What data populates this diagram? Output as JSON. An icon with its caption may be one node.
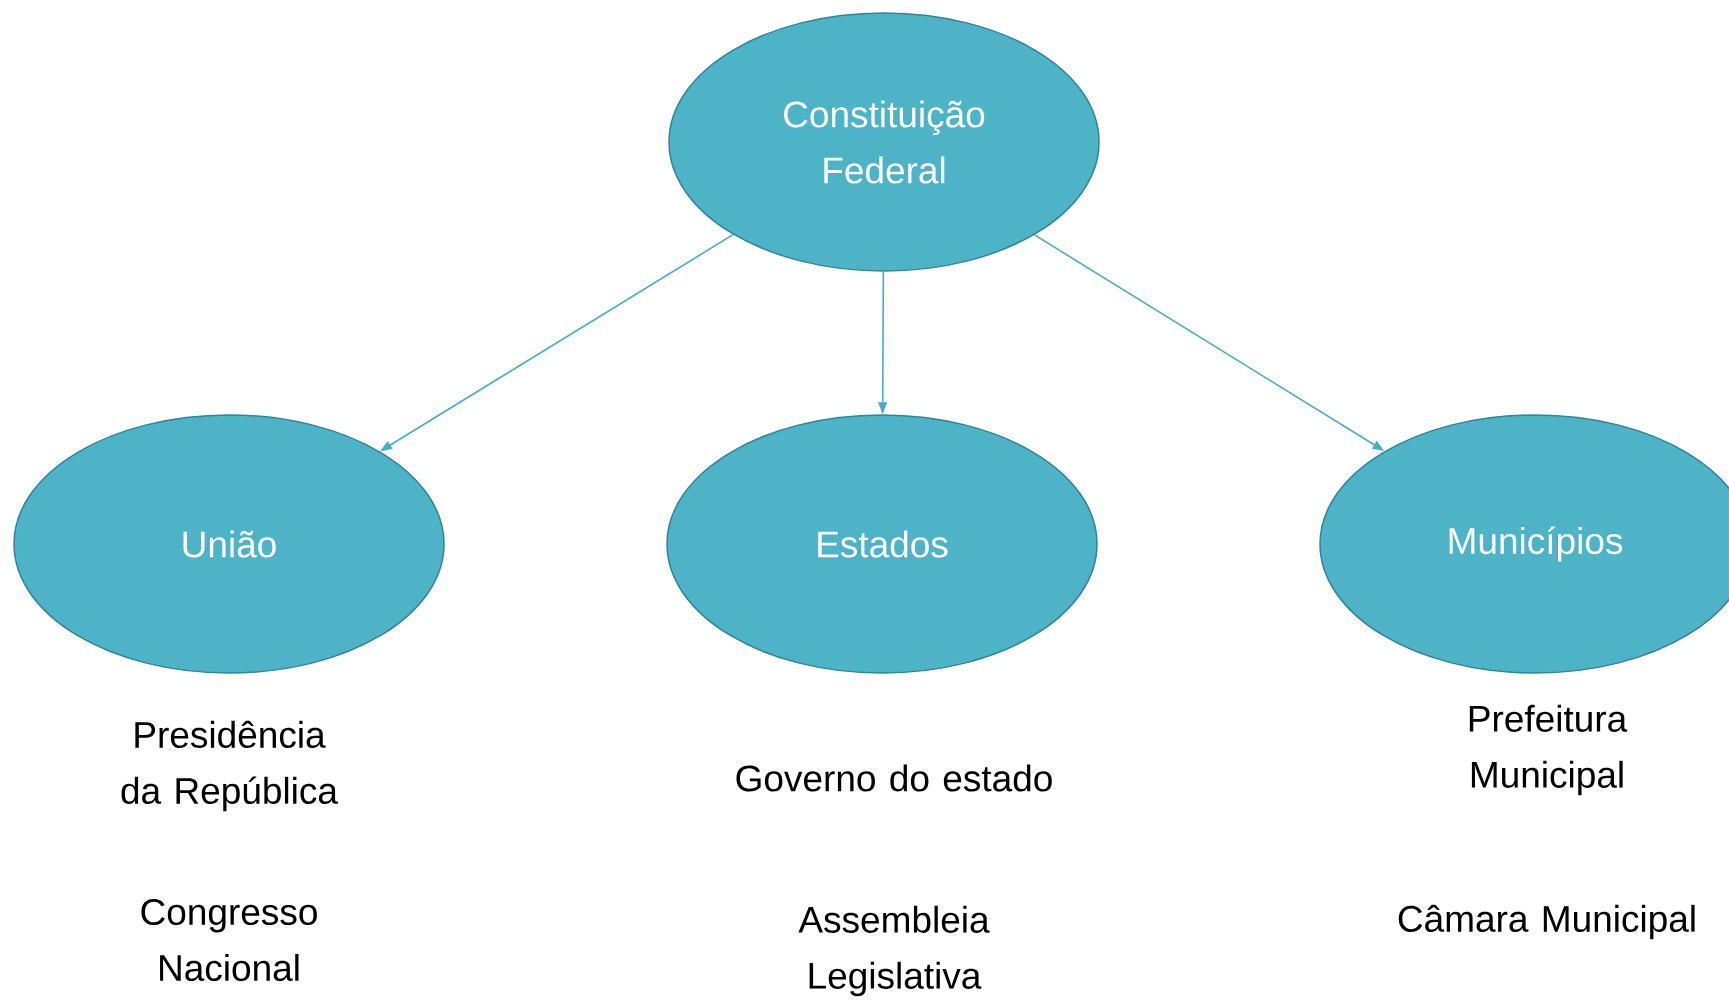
{
  "diagram": {
    "nodes": [
      {
        "text": [
          "Constituição Federal"
        ]
      },
      {
        "text": [
          "União"
        ],
        "beside": [
          "Presidência da República",
          "Congresso Nacional"
        ]
      },
      {
        "text": [
          "Estados"
        ],
        "beside": [
          "Governo do estado",
          "Assembleia Legislativa"
        ]
      },
      {
        "text": [
          "Municípios"
        ],
        "beside": [
          "Prefeitura Municipal",
          "Câmara Municipal"
        ]
      }
    ],
    "edges": [
      {
        "from": 0,
        "to": 1,
        "arrow": "to"
      },
      {
        "from": 0,
        "to": 2,
        "arrow": "to"
      },
      {
        "from": 0,
        "to": 3,
        "arrow": "to"
      }
    ]
  }
}
